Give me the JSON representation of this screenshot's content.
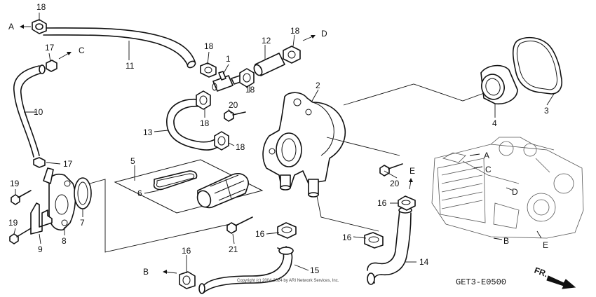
{
  "callouts": {
    "c1": "1",
    "c2": "2",
    "c3": "3",
    "c4": "4",
    "c5": "5",
    "c6": "6",
    "c7": "7",
    "c8": "8",
    "c9": "9",
    "c10": "10",
    "c11": "11",
    "c12": "12",
    "c13": "13",
    "c14": "14",
    "c15": "15",
    "c16": "16",
    "c17": "17",
    "c18": "18",
    "c19": "19",
    "c20": "20",
    "c21": "21"
  },
  "letters": {
    "a": "A",
    "b": "B",
    "c": "C",
    "d": "D",
    "e": "E"
  },
  "diagram_code": "GET3-E0500",
  "front_label": "FR.",
  "copyright": "Copyright (c) 2004-2024 by ARI Network Services, Inc."
}
